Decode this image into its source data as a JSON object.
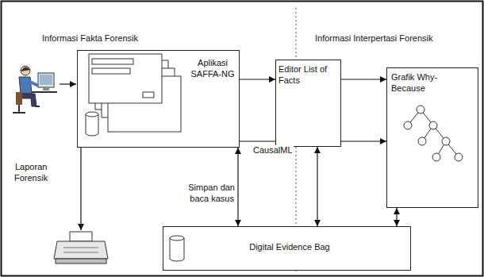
{
  "diagram": {
    "nodes": [
      {
        "text": [
          "Aplikasi SAFFA-NG"
        ]
      },
      {
        "text": [
          "Editor List of Facts"
        ]
      },
      {
        "text": [
          "Grafik Why-Because"
        ]
      },
      {
        "text": [
          "Digital Evidence Bag"
        ]
      }
    ],
    "edges": [
      {
        "from": 0,
        "to": 1,
        "arrow": "to"
      },
      {
        "from": 1,
        "to": 2,
        "arrow": "to"
      },
      {
        "from": 0,
        "to": 2,
        "label": "CausalML",
        "arrow": "to"
      },
      {
        "from": 0,
        "to": 3,
        "label": "Simpan dan baca kasus",
        "arrow": "both"
      },
      {
        "from": 1,
        "to": 3,
        "arrow": "both"
      },
      {
        "from": 2,
        "to": 3,
        "arrow": "both"
      }
    ],
    "labels": [
      "Informasi Fakta Forensik",
      "Informasi Interpertasi Forensik",
      "Laporan Forensik"
    ]
  }
}
